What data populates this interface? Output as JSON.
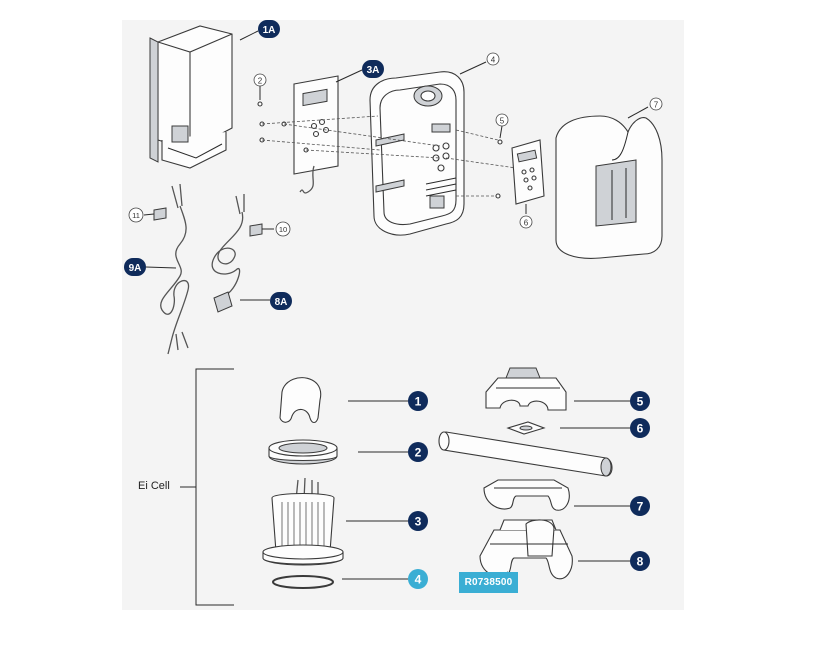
{
  "colors": {
    "navy": "#0f2b5b",
    "cyan": "#3aaed4",
    "panel": "#f4f4f4"
  },
  "upper_callouts": {
    "c1A": "1A",
    "c2": "2",
    "c3A": "3A",
    "c4": "4",
    "c5": "5",
    "c6": "6",
    "c7": "7",
    "c8A": "8A",
    "c9A": "9A",
    "c10": "10",
    "c11": "11"
  },
  "group_label": "Ei Cell",
  "lower_callouts": {
    "n1": "1",
    "n2": "2",
    "n3": "3",
    "n4": "4",
    "n5": "5",
    "n6": "6",
    "n7": "7",
    "n8": "8"
  },
  "ref_tag": "R0738500"
}
